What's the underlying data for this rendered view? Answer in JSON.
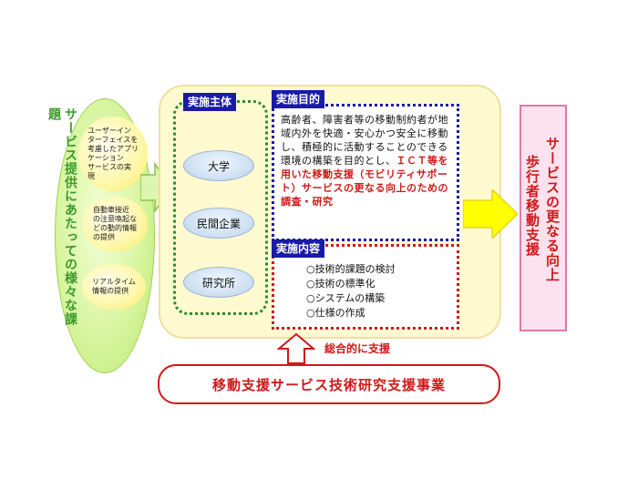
{
  "left": {
    "vertical_label": "サービス提供にあたっての様々な課題",
    "issues": [
      "ユーザーイン\nターフェイスを\n考慮したアプリ\nケーション\nサービスの実\n現",
      "自動車接近\nの注意喚起な\nどの動的情報\nの提供",
      "リアルタイム\n情報の提供"
    ]
  },
  "subject": {
    "tag": "実施主体",
    "entities": [
      "大学",
      "民間企業",
      "研究所"
    ]
  },
  "purpose": {
    "tag": "実施目的",
    "text_normal": "高齢者、障害者等の移動制約者が地域内外を快適・安心かつ安全に移動し、積極的に活動することのできる環境の構築を目的とし、",
    "text_highlight": "ＩＣＴ等を用いた移動支援（モビリティサポート）サービスの更なる向上のための調査・研究"
  },
  "content": {
    "tag": "実施内容",
    "items": [
      "○技術的課題の検討",
      "○技術の標準化",
      "○システムの構築",
      "○仕様の作成"
    ]
  },
  "result": {
    "line1": "サービスの更なる向上",
    "line2": "歩行者移動支援"
  },
  "support_label": "総合的に支援",
  "program": "移動支援サービス技術研究支援事業",
  "colors": {
    "green_border": "#2e8b2e",
    "blue_tag": "#1a1aa8",
    "red": "#d01818",
    "panel": "#fffad0",
    "arrow_yellow": "#ffff00"
  }
}
